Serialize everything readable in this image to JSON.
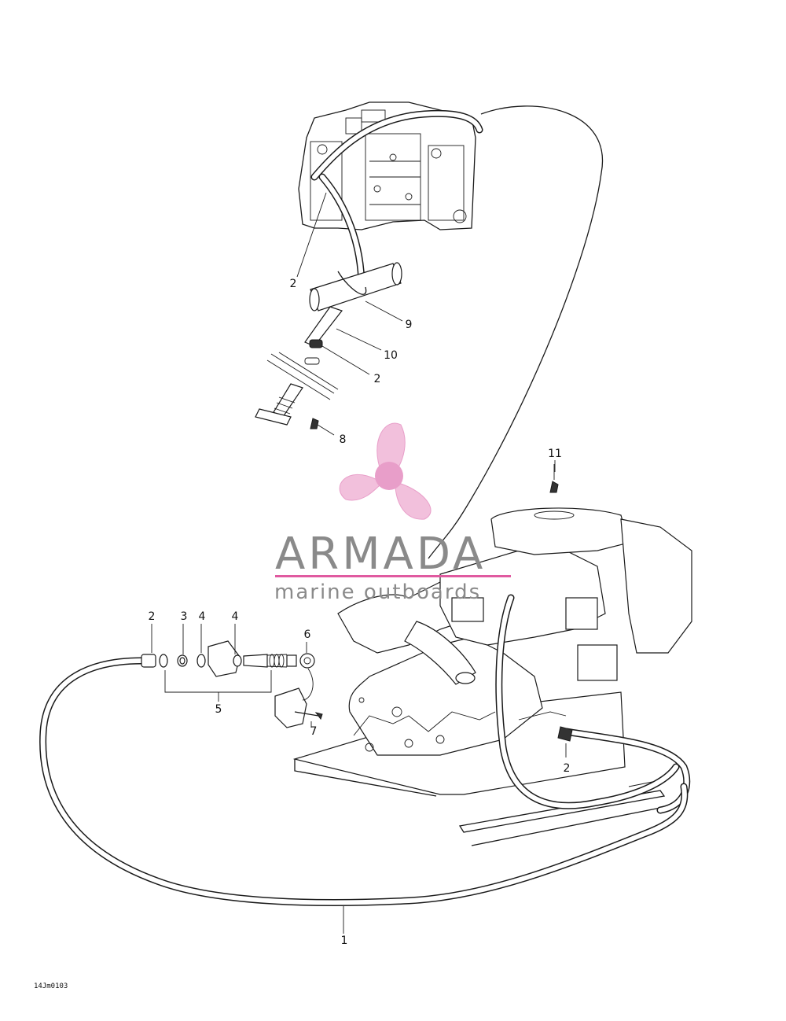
{
  "diagram": {
    "figure_code": "14Jm0103",
    "callouts": [
      {
        "id": "c-2-top",
        "label": "2"
      },
      {
        "id": "c-9",
        "label": "9"
      },
      {
        "id": "c-10",
        "label": "10"
      },
      {
        "id": "c-2-mid",
        "label": "2"
      },
      {
        "id": "c-8",
        "label": "8"
      },
      {
        "id": "c-11",
        "label": "11"
      },
      {
        "id": "c-2-left",
        "label": "2"
      },
      {
        "id": "c-3",
        "label": "3"
      },
      {
        "id": "c-4a",
        "label": "4"
      },
      {
        "id": "c-4b",
        "label": "4"
      },
      {
        "id": "c-6",
        "label": "6"
      },
      {
        "id": "c-5",
        "label": "5"
      },
      {
        "id": "c-7",
        "label": "7"
      },
      {
        "id": "c-2-right",
        "label": "2"
      },
      {
        "id": "c-1",
        "label": "1"
      }
    ]
  },
  "watermark": {
    "word": "ARMADA",
    "subtitle": "marine outboards",
    "accent_color": "#e05aa0",
    "logo_color": "#f0b6d6",
    "icon": "propeller-icon"
  }
}
